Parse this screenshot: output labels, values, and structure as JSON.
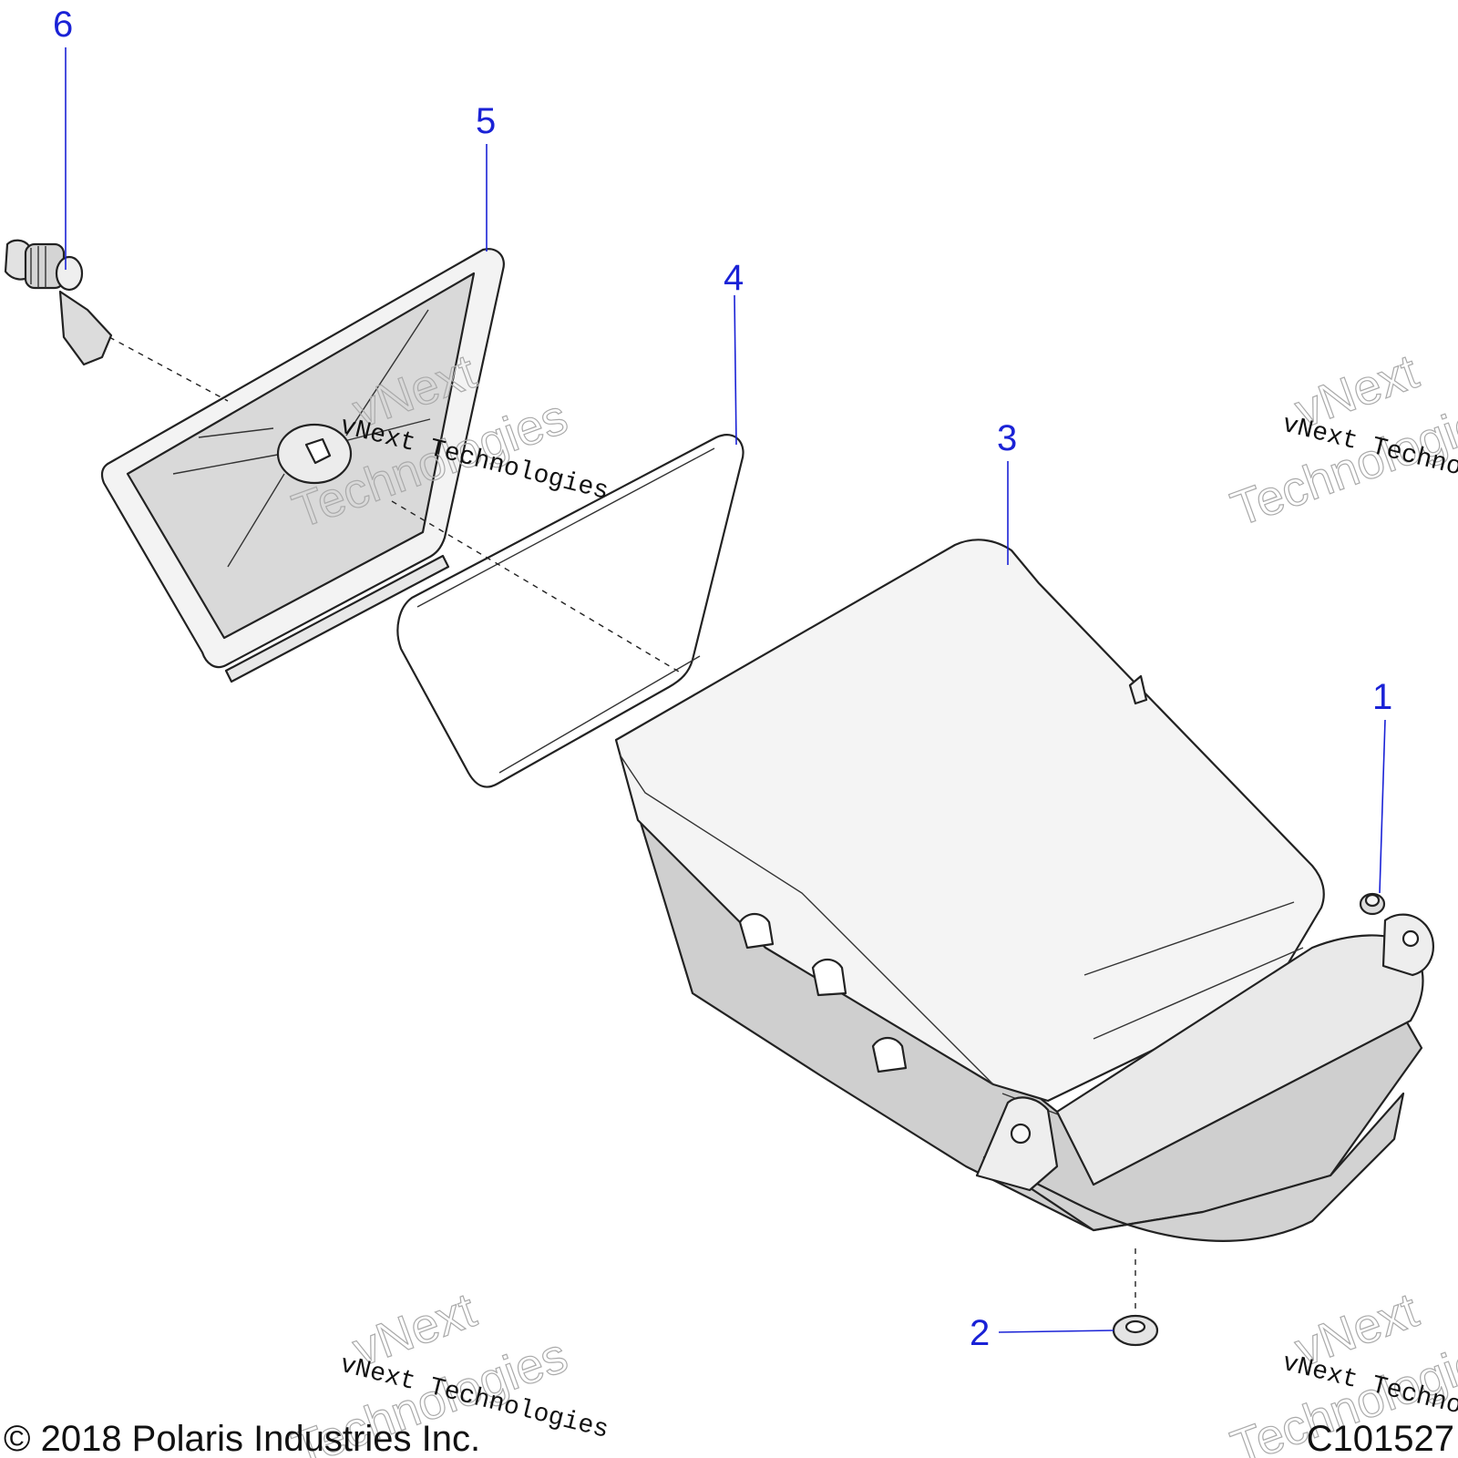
{
  "callouts": [
    {
      "id": "1",
      "label": "1"
    },
    {
      "id": "2",
      "label": "2"
    },
    {
      "id": "3",
      "label": "3"
    },
    {
      "id": "4",
      "label": "4"
    },
    {
      "id": "5",
      "label": "5"
    },
    {
      "id": "6",
      "label": "6"
    }
  ],
  "watermark": {
    "line": "vNext Technologies",
    "word1": "vNext",
    "word2": "Technologies"
  },
  "footer": {
    "copyright": "© 2018 Polaris Industries Inc.",
    "figure_id": "C101527"
  },
  "colors": {
    "callout": "#1a22d6",
    "part_fill": "#e6e6e6",
    "part_fill_light": "#f2f2f2",
    "part_shade": "#cfcfcf"
  }
}
